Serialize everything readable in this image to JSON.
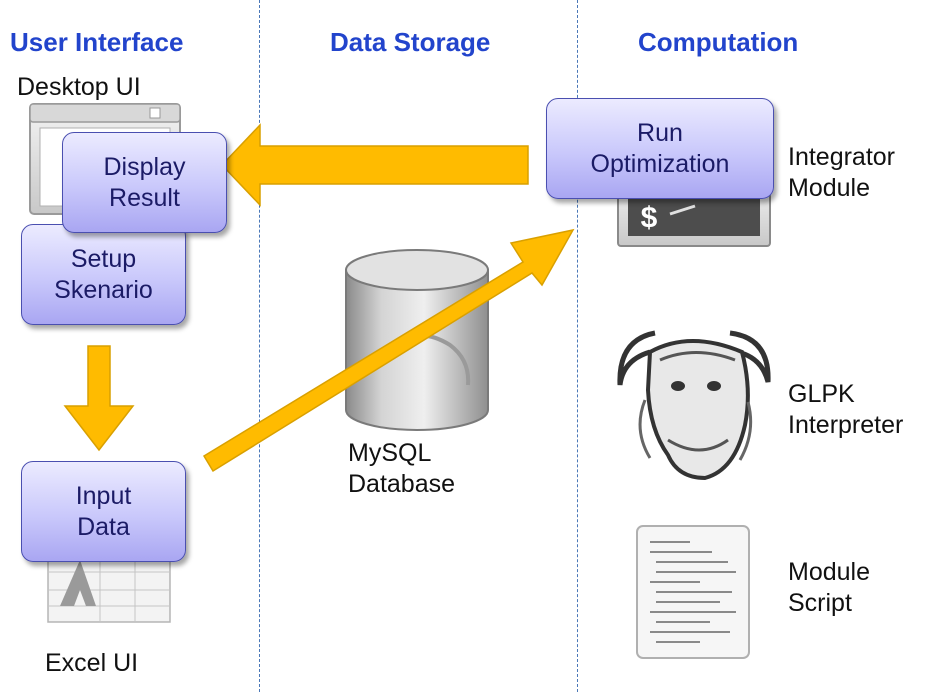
{
  "headings": {
    "user_interface": "User Interface",
    "data_storage": "Data Storage",
    "computation": "Computation"
  },
  "labels": {
    "desktop_ui": "Desktop UI",
    "excel_ui": "Excel UI",
    "mysql_line1": "MySQL",
    "mysql_line2": "Database",
    "integrator_line1": "Integrator",
    "integrator_line2": "Module",
    "glpk_line1": "GLPK",
    "glpk_line2": "Interpreter",
    "module_line1": "Module",
    "module_line2": "Script"
  },
  "boxes": {
    "display_result": [
      "Display",
      "Result"
    ],
    "setup_skenario": [
      "Setup",
      "Skenario"
    ],
    "input_data": [
      "Input",
      "Data"
    ],
    "run_optimization": [
      "Run",
      "Optimization"
    ]
  },
  "icons": {
    "desktop": "desktop-window-icon",
    "excel": "excel-spreadsheet-icon",
    "mysql": "mysql-database-icon",
    "terminal": "terminal-icon",
    "gnu": "gnu-glpk-icon",
    "script": "script-document-icon"
  },
  "colors": {
    "heading": "#2244cc",
    "arrow_fill": "#ffbb00",
    "arrow_stroke": "#d9a000",
    "box_border": "#4a4fb0",
    "divider": "#4a78b8"
  }
}
